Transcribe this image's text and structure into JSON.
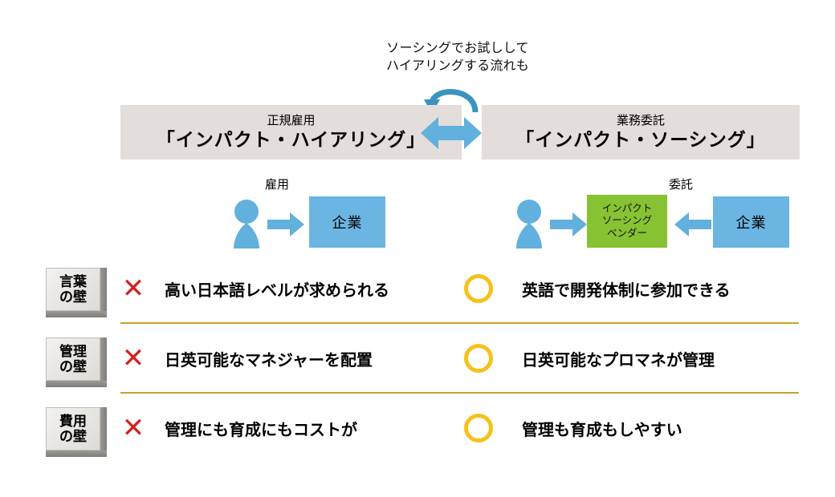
{
  "top_note": "ソーシングでお試しして\nハイアリングする流れも",
  "icons": {
    "curve_arrow": "curved-loop-arrow-icon",
    "double_arrow": "double-headed-arrow-icon",
    "person": "person-icon",
    "flow_arrow": "right-arrow-icon",
    "cross": "✕",
    "circle": "○"
  },
  "colors": {
    "band_bg": "#e3dddb",
    "arrow_blue": "#62b0de",
    "box_blue": "#6bb5e3",
    "vendor_green": "#86c232",
    "curve_arrow": "#3a93bf",
    "divider_gold": "#c9a227",
    "cross_red": "#d42020",
    "circle_gold": "#f5c11a"
  },
  "columns": {
    "left": {
      "subtitle": "正規雇用",
      "title": "「インパクト・ハイアリング」",
      "flow_label": "雇用",
      "corp_label": "企業"
    },
    "right": {
      "subtitle": "業務委託",
      "title": "「インパクト・ソーシング」",
      "flow_label": "委託",
      "corp_label": "企業",
      "vendor_lines": [
        "インパクト",
        "ソーシング",
        "ベンダー"
      ]
    }
  },
  "rows": [
    {
      "barrier_line1": "言葉",
      "barrier_line2": "の壁",
      "left_mark": "✕",
      "left_text": "高い日本語レベルが求められる",
      "right_mark": "○",
      "right_text": "英語で開発体制に参加できる"
    },
    {
      "barrier_line1": "管理",
      "barrier_line2": "の壁",
      "left_mark": "✕",
      "left_text": "日英可能なマネジャーを配置",
      "right_mark": "○",
      "right_text": "日英可能なプロマネが管理"
    },
    {
      "barrier_line1": "費用",
      "barrier_line2": "の壁",
      "left_mark": "✕",
      "left_text": "管理にも育成にもコストが",
      "right_mark": "○",
      "right_text": "管理も育成もしやすい"
    }
  ]
}
